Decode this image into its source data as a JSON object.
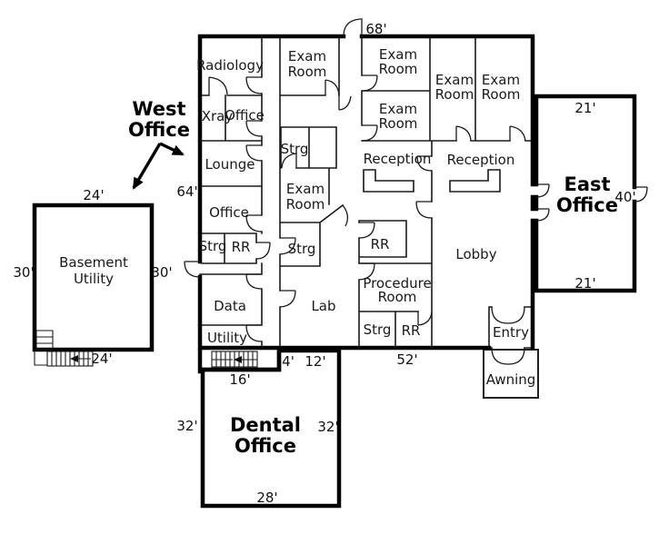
{
  "plan": {
    "buildings": {
      "west": {
        "line1": "West",
        "line2": "Office"
      },
      "east": {
        "line1": "East",
        "line2": "Office"
      },
      "dental": {
        "line1": "Dental",
        "line2": "Office"
      },
      "basement": {
        "line1": "Basement",
        "line2": "Utility"
      }
    },
    "rooms": {
      "radiology": "Radiology",
      "xray": "Xray",
      "office": "Office",
      "lounge": "Lounge",
      "strg": "Strg",
      "rr": "RR",
      "data": "Data",
      "utility": "Utility",
      "exam": "Exam",
      "room": "Room",
      "reception": "Reception",
      "lobby": "Lobby",
      "lab": "Lab",
      "procedure": "Procedure",
      "entry": "Entry",
      "awning": "Awning"
    },
    "dimensions": {
      "main_top": "68'",
      "main_left": "64'",
      "main_bottom": "52'",
      "basement_top": "24'",
      "basement_bottom": "24'",
      "basement_left": "30'",
      "basement_right": "30'",
      "east_top": "21'",
      "east_bottom": "21'",
      "east_right": "40'",
      "stair_bay": "16'",
      "dental_offset": "4'",
      "dental_top": "12'",
      "dental_left": "32'",
      "dental_right": "32'",
      "dental_bottom": "28'"
    },
    "colors": {
      "wall": "#000000",
      "background": "#ffffff"
    }
  }
}
